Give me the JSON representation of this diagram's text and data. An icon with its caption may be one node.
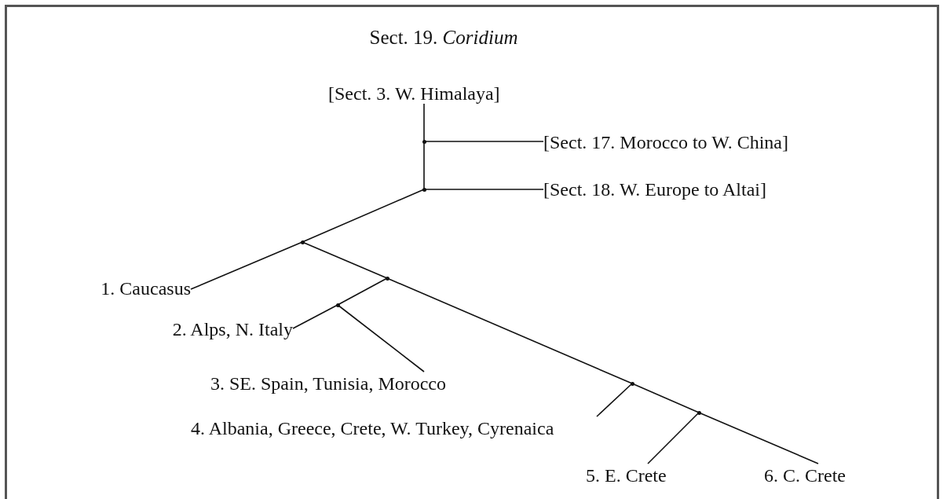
{
  "diagram": {
    "title": "Sect. 19. *Coridium*",
    "nodes": [
      {
        "text": [
          "[Sect. 3. W. Himalaya]"
        ]
      },
      {
        "text": [
          "[Sect. 17. Morocco to W. China]"
        ]
      },
      {
        "text": [
          "[Sect. 18. W. Europe to Altai]"
        ]
      },
      {
        "text": [
          "1. Caucasus"
        ]
      },
      {
        "text": [
          "2. Alps, N. Italy"
        ]
      },
      {
        "text": [
          "3. SE. Spain, Tunisia, Morocco"
        ]
      },
      {
        "text": [
          "4. Albania, Greece, Crete, W. Turkey, Cyrenaica"
        ]
      },
      {
        "text": [
          "5. E. Crete"
        ]
      },
      {
        "text": [
          "6. C. Crete"
        ]
      },
      {
        "text": [],
        "shape": "point"
      },
      {
        "text": [],
        "shape": "point"
      },
      {
        "text": [],
        "shape": "point"
      },
      {
        "text": [],
        "shape": "point"
      },
      {
        "text": [],
        "shape": "point"
      },
      {
        "text": [],
        "shape": "point"
      },
      {
        "text": [],
        "shape": "point"
      }
    ],
    "edges": [
      {
        "from": 0,
        "to": 9,
        "arrow": "none"
      },
      {
        "from": 9,
        "to": 1,
        "arrow": "none"
      },
      {
        "from": 9,
        "to": 10,
        "arrow": "none"
      },
      {
        "from": 10,
        "to": 2,
        "arrow": "none"
      },
      {
        "from": 10,
        "to": 11,
        "arrow": "none"
      },
      {
        "from": 11,
        "to": 3,
        "arrow": "none"
      },
      {
        "from": 11,
        "to": 12,
        "arrow": "none"
      },
      {
        "from": 12,
        "to": 13,
        "arrow": "none"
      },
      {
        "from": 13,
        "to": 4,
        "arrow": "none"
      },
      {
        "from": 13,
        "to": 5,
        "arrow": "none"
      },
      {
        "from": 12,
        "to": 14,
        "arrow": "none"
      },
      {
        "from": 14,
        "to": 6,
        "arrow": "none"
      },
      {
        "from": 14,
        "to": 15,
        "arrow": "none"
      },
      {
        "from": 15,
        "to": 7,
        "arrow": "none"
      },
      {
        "from": 15,
        "to": 8,
        "arrow": "none"
      }
    ]
  }
}
